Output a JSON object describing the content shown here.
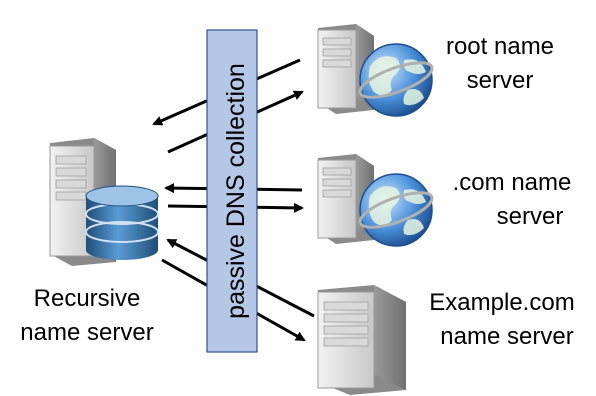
{
  "collection_label": "passive DNS collection",
  "servers": {
    "recursive": {
      "line1": "Recursive",
      "line2": "name server",
      "icon": "database-icon"
    },
    "root": {
      "line1": "root name",
      "line2": "server",
      "icon": "globe-icon"
    },
    "com": {
      "line1": ".com name",
      "line2": "server",
      "icon": "globe-icon"
    },
    "example": {
      "line1": "Example.com",
      "line2": "name server"
    }
  },
  "colors": {
    "collection_box_fill": "#b4c7e7",
    "collection_box_stroke": "#2f528f",
    "database_blue": "#2e75b6",
    "globe_blue": "#4a90d9"
  }
}
